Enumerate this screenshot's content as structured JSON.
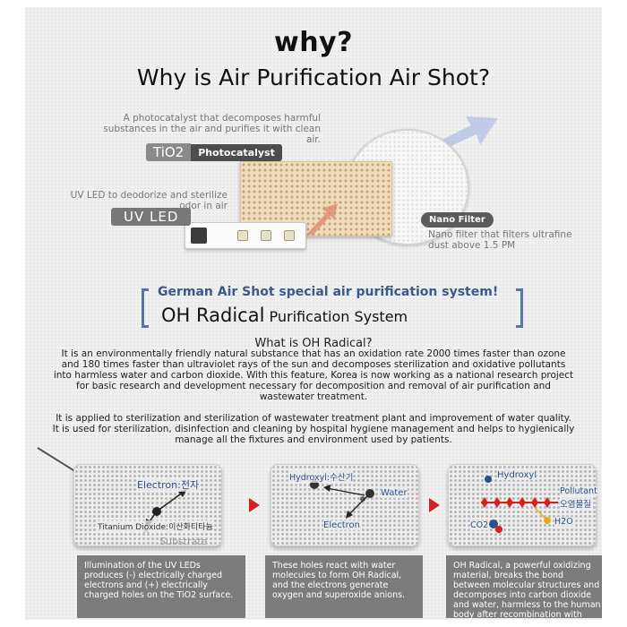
{
  "heading": {
    "why": "why?",
    "title": "Why is Air Purification Air Shot?"
  },
  "components": {
    "tio2_desc": "A photocatalyst that decomposes harmful substances in the air and purifies it with clean air.",
    "tio2_tag": "TiO2",
    "tio2_label": "Photocatalyst",
    "uv_desc": "UV LED to deodorize and sterilize odor in air",
    "uv_tag": "UV LED",
    "nano_tag": "Nano Filter",
    "nano_desc": "Nano filter that filters ultrafine dust above 1.5 PM"
  },
  "system": {
    "line1": "German Air Shot special air purification system!",
    "big": "OH Radical",
    "small": "Purification System"
  },
  "article": {
    "title": "What is OH Radical?",
    "para1": "It is an environmentally friendly natural substance that has an oxidation rate 2000 times faster than ozone and 180 times faster than ultraviolet rays of the sun and decomposes sterilization and oxidative pollutants into harmless water and carbon dioxide. With this feature, Korea is now working as a national research project for basic research and development necessary for decomposition and removal of air purification and wastewater treatment.",
    "para2": "It is applied to sterilization and sterilization of wastewater treatment plant and improvement of water quality. It is used for sterilization, disinfection and cleaning by hospital hygiene management and helps to hygienically manage all the fixtures and environment used by patients."
  },
  "diagram": {
    "electron_label": "Electron:전자",
    "tio2_label": "Titanium Dioxide:이산화티타늄",
    "substrate": "Substrate",
    "hydroxyl_label": "Hydroxyl:수산기",
    "water_label": "Water",
    "electron2_label": "Electron",
    "hydroxyl2_label": "Hydroxyl",
    "pollutant_label": "Pollutant",
    "pollutant_kr": "오염물질",
    "co2_label": "CO2",
    "h2o_label": "H2O"
  },
  "captions": {
    "step1": "Illumination of the UV LEDs produces (-) electrically charged electrons and (+) electrically charged holes on the TiO2 surface.",
    "step2": "These holes react with water molecules to form OH Radical, and the electrons generate oxygen and superoxide anions.",
    "step3": "OH Radical, a powerful oxidizing material, breaks the bond between molecular structures and decomposes into carbon dioxide and water, harmless to the human body after recombination with broken carbon and hydrogen atoms."
  },
  "colors": {
    "accent_blue": "#3a5a8c",
    "arrow_red": "#d62020",
    "caption_bg": "#7c7c7c"
  }
}
